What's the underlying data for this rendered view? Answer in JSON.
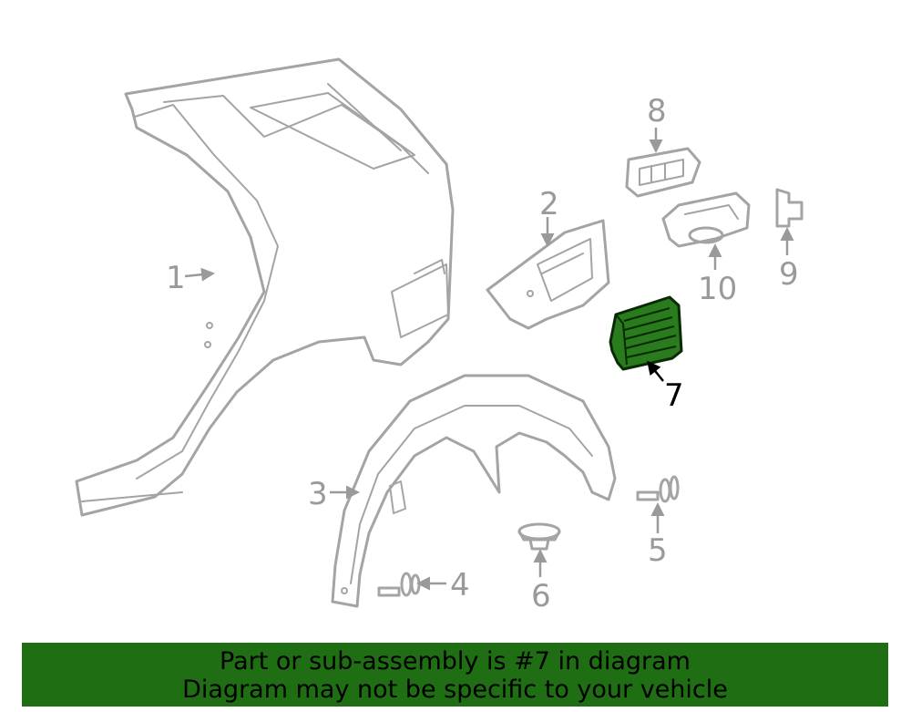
{
  "callouts": [
    "1",
    "2",
    "3",
    "4",
    "5",
    "6",
    "7",
    "8",
    "9",
    "10"
  ],
  "highlighted_part": "7",
  "highlight_color": "#2a7a1e",
  "banner": {
    "line1": "Part or sub-assembly is #7 in diagram",
    "line2": "Diagram may not be specific to your vehicle",
    "background": "#1f6e14"
  }
}
